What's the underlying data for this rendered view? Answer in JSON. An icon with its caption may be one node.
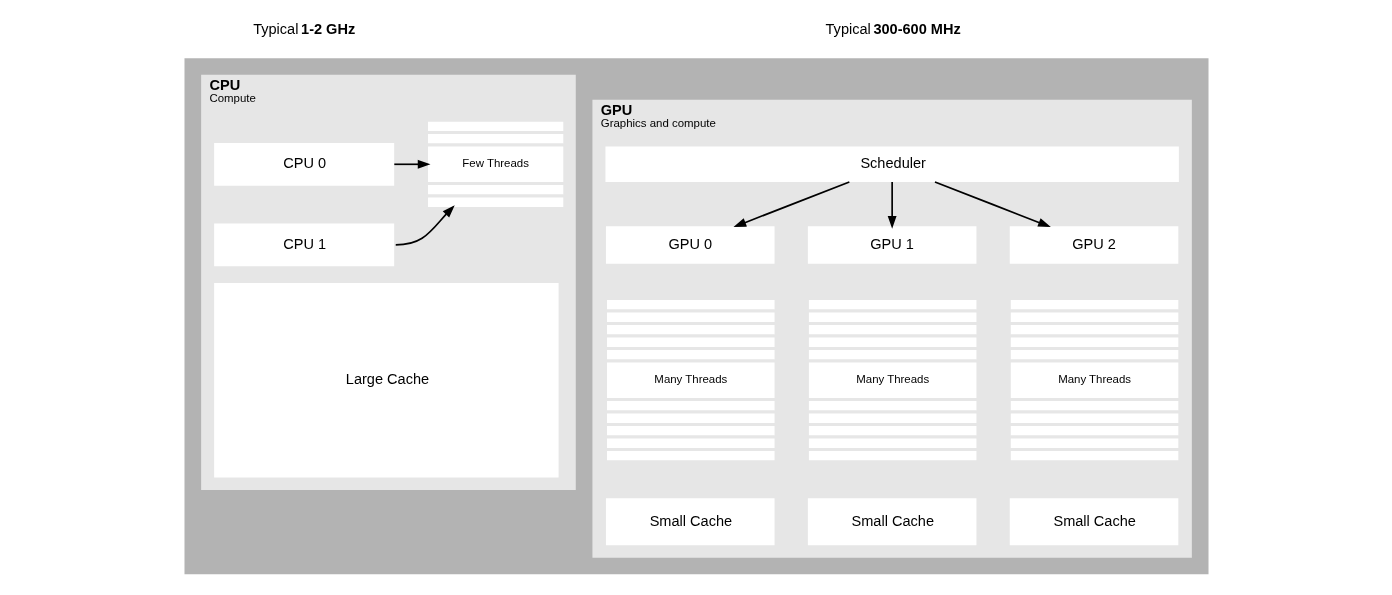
{
  "diagram": {
    "nodes": [
      {
        "text": [],
        "shape": "box"
      },
      {
        "text": [
          "CPU",
          "Compute"
        ],
        "in": 0
      },
      {
        "text": [
          "CPU 0"
        ],
        "in": 1
      },
      {
        "text": [
          "CPU 1"
        ],
        "in": 1
      },
      {
        "text": [
          "Few Threads"
        ],
        "in": 1
      },
      {
        "text": [
          "Large Cache"
        ],
        "in": 1
      },
      {
        "text": [
          "GPU",
          "Graphics and compute"
        ],
        "in": 0
      },
      {
        "text": [
          "Scheduler"
        ],
        "in": 6
      },
      {
        "text": [
          "GPU 0"
        ],
        "in": 6
      },
      {
        "text": [
          "GPU 1"
        ],
        "in": 6
      },
      {
        "text": [
          "GPU 2"
        ],
        "in": 6
      },
      {
        "text": [
          "Many Threads"
        ],
        "in": 6
      },
      {
        "text": [
          "Many Threads"
        ],
        "in": 6
      },
      {
        "text": [
          "Many Threads"
        ],
        "in": 6
      },
      {
        "text": [
          "Small Cache"
        ],
        "in": 6
      },
      {
        "text": [
          "Small Cache"
        ],
        "in": 6
      },
      {
        "text": [
          "Small Cache"
        ],
        "in": 6
      }
    ],
    "edges": [
      {
        "from": 2,
        "to": 4,
        "arrow": "to"
      },
      {
        "from": 3,
        "to": 4,
        "arrow": "to"
      },
      {
        "from": 7,
        "to": 8,
        "arrow": "to"
      },
      {
        "from": 7,
        "to": 9,
        "arrow": "to"
      },
      {
        "from": 7,
        "to": 10,
        "arrow": "to"
      }
    ],
    "labels": [
      "Typical **1-2 GHz**",
      "Typical **300-600 MHz**"
    ]
  }
}
